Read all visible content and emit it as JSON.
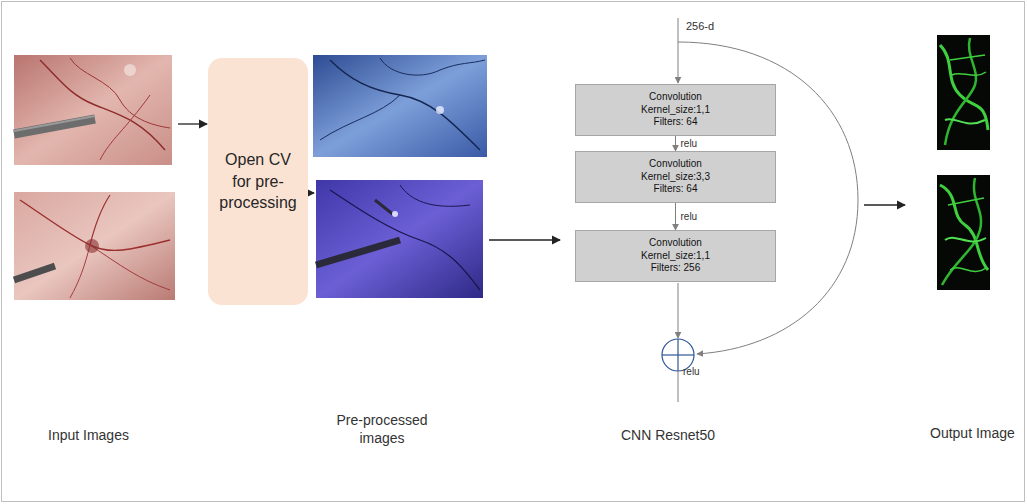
{
  "diagram": {
    "nodes": [
      {
        "text": [
          "Open CV for pre-processing"
        ]
      },
      {
        "text": [
          "Convolution",
          "Kernel_size:1,1",
          "Filters: 64"
        ]
      },
      {
        "text": [
          "Convolution",
          "Kernel_size:3,3",
          "Filters: 64"
        ]
      },
      {
        "text": [
          "Convolution",
          "Kernel_size:1,1",
          "Filters: 256"
        ]
      }
    ],
    "edges": [
      {
        "from": 1,
        "to": 2,
        "arrow": "to",
        "label": "relu"
      },
      {
        "from": 2,
        "to": 3,
        "arrow": "to",
        "label": "relu"
      }
    ],
    "labels": [
      "Input Images",
      "Pre-processed images",
      "CNN Resnet50",
      "Output Image",
      "256-d",
      "relu"
    ]
  }
}
